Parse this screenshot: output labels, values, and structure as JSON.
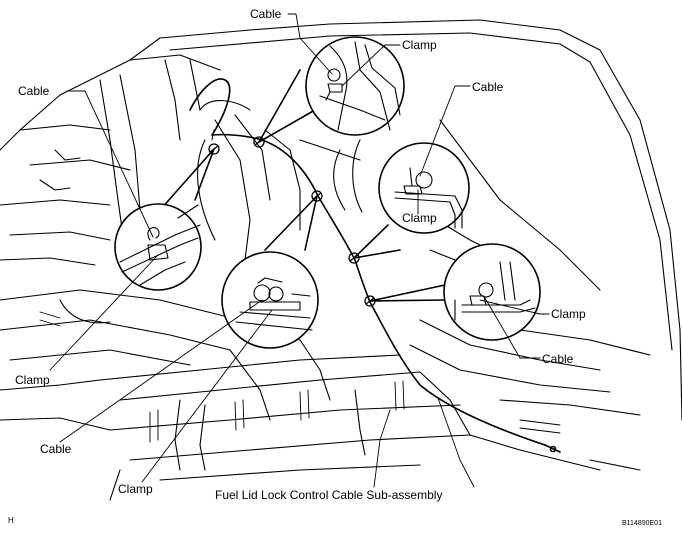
{
  "labels": {
    "cable_top": "Cable",
    "clamp_top": "Clamp",
    "cable_left": "Cable",
    "cable_right": "Cable",
    "clamp_right_mid": "Clamp",
    "clamp_right_low": "Clamp",
    "cable_right_low": "Cable",
    "clamp_left_low": "Clamp",
    "cable_bottom_left": "Cable",
    "clamp_bottom": "Clamp",
    "assembly": "Fuel Lid Lock Control Cable Sub-assembly"
  },
  "corner_marks": {
    "view": "H",
    "figure_code": "B114890E01"
  }
}
